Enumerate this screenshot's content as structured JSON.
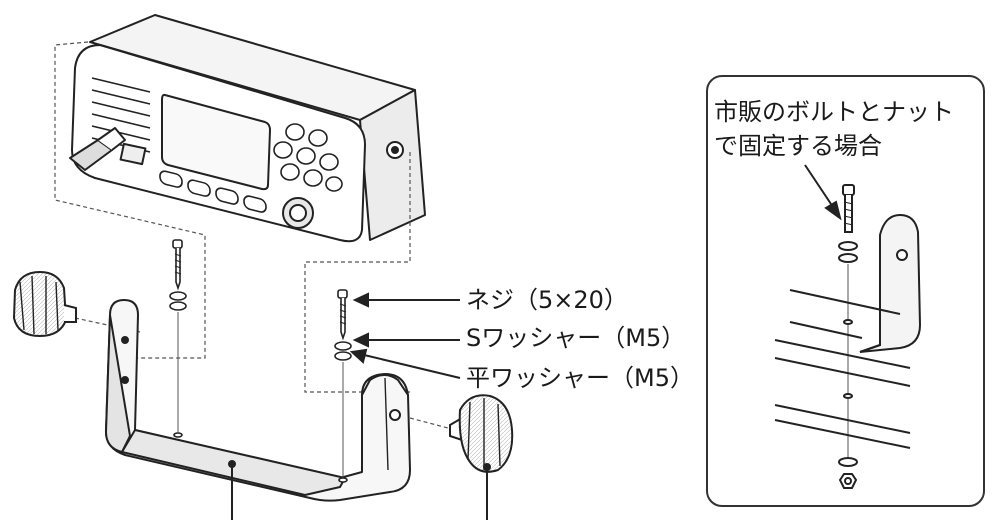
{
  "callouts": {
    "screw": "ネジ（5×20）",
    "s_washer": "Sワッシャー（M5）",
    "flat_washer": "平ワッシャー（M5）"
  },
  "inset": {
    "title_line1": "市販のボルトとナット",
    "title_line2": "で固定する場合"
  }
}
